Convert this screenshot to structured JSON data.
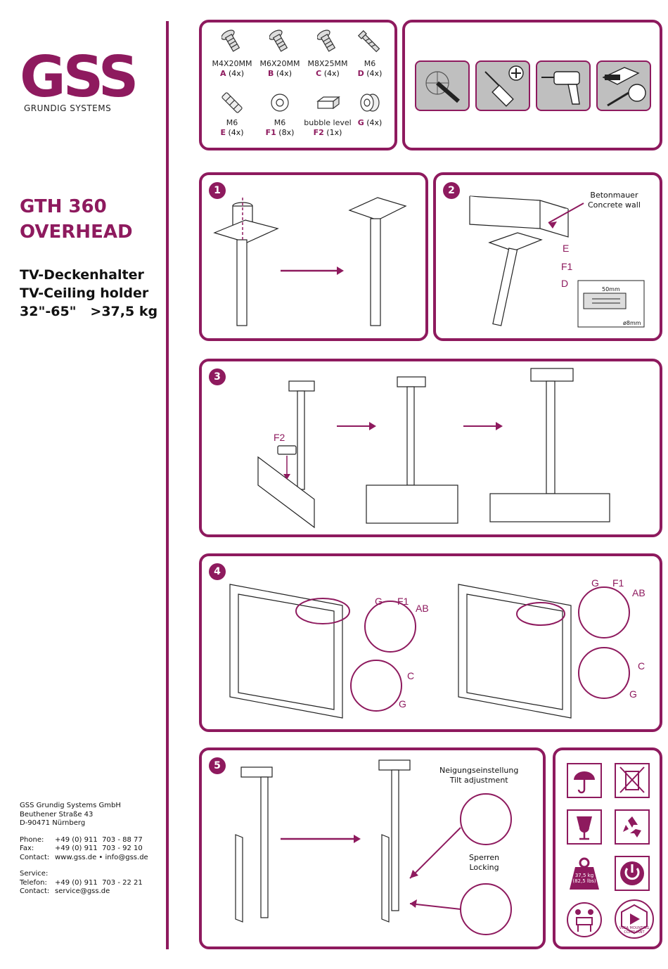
{
  "brand": {
    "logo": "GSS",
    "subtitle": "GRUNDIG SYSTEMS"
  },
  "product": {
    "model_line1": "GTH 360",
    "model_line2": "OVERHEAD",
    "desc_de": "TV-Deckenhalter",
    "desc_en": "TV-Ceiling holder",
    "spec": "32\"-65\"   >37,5 kg"
  },
  "company": {
    "name": "GSS Grundig Systems GmbH",
    "street": "Beuthener Straße 43",
    "city": "D-90471 Nürnberg",
    "phone_label": "Phone:",
    "phone": "+49 (0) 911  703 - 88 77",
    "fax_label": "Fax:",
    "fax": "+49 (0) 911  703 - 92 10",
    "contact_label": "Contact:",
    "contact": "www.gss.de • info@gss.de",
    "service_label": "Service:",
    "telefon_label": "Telefon:",
    "telefon": "+49 (0) 911  703 - 22 21",
    "service_contact_label": "Contact:",
    "service_contact": "service@gss.de"
  },
  "parts": [
    {
      "size": "M4X20MM",
      "id": "A",
      "qty": "(4x)",
      "icon": "screw-icon"
    },
    {
      "size": "M6X20MM",
      "id": "B",
      "qty": "(4x)",
      "icon": "screw-icon"
    },
    {
      "size": "M8X25MM",
      "id": "C",
      "qty": "(4x)",
      "icon": "screw-icon"
    },
    {
      "size": "M6",
      "id": "D",
      "qty": "(4x)",
      "icon": "lag-bolt-icon"
    },
    {
      "size": "M6",
      "id": "E",
      "qty": "(4x)",
      "icon": "anchor-icon"
    },
    {
      "size": "M6",
      "id": "F1",
      "qty": "(8x)",
      "icon": "washer-icon"
    },
    {
      "size": "bubble level",
      "id": "F2",
      "qty": "(1x)",
      "icon": "bubble-level-icon"
    },
    {
      "size": "",
      "id": "G",
      "qty": "(4x)",
      "icon": "spacer-icon"
    }
  ],
  "tools": [
    "pencil-icon",
    "screwdriver-icon",
    "drill-icon",
    "tape-measure-icon"
  ],
  "steps": {
    "s1": "1",
    "s2": "2",
    "s3": "3",
    "s4": "4",
    "s5": "5",
    "concrete_de": "Betonmauer",
    "concrete_en": "Concrete wall",
    "e": "E",
    "f1": "F1",
    "d": "D",
    "dim_50": "50mm",
    "dim_8": "ø8mm",
    "f2": "F2",
    "g": "G",
    "ab": "AB",
    "c": "C",
    "tilt_de": "Neigungseinstellung",
    "tilt_en": "Tilt adjustment",
    "lock_de": "Sperren",
    "lock_en": "Locking"
  },
  "symbols": {
    "weight_line1": "37,5 kg",
    "weight_line2": "(82,5 lbs)",
    "vesa": "VESA MOUNTING COMPLIANT"
  },
  "colors": {
    "magenta": "#8e1a5e"
  }
}
